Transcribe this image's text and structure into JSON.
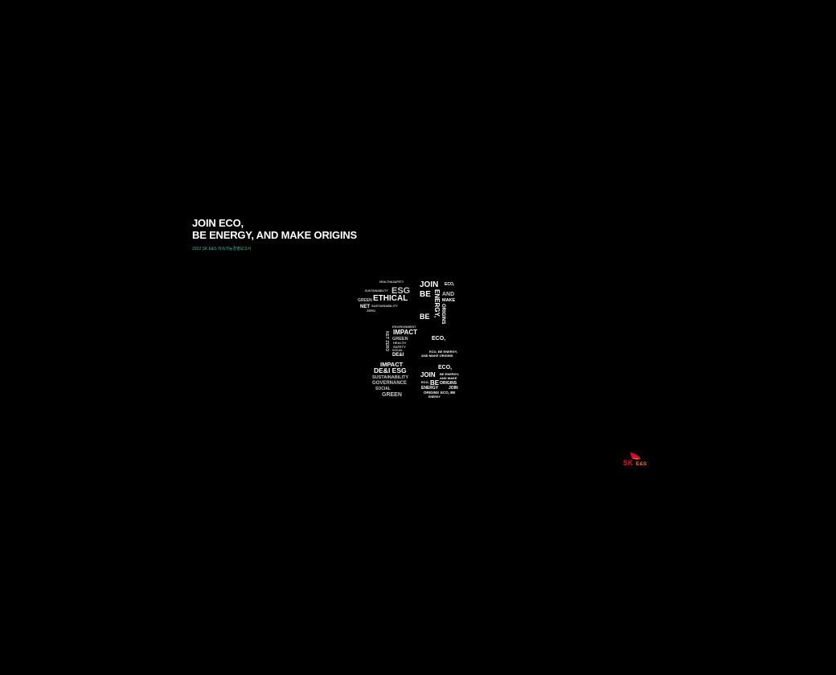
{
  "cover": {
    "title_line1": "JOIN ECO,",
    "title_line2": "BE ENERGY, AND MAKE ORIGINS",
    "subtitle": "2022 SK E&S 지속가능경영보고서"
  },
  "word_cloud": {
    "words_left": [
      "HEALTH&SAFETY",
      "ESG",
      "SUSTAINABILITY",
      "ETHICAL",
      "GREEN",
      "NET",
      "SUSTAINABILITY",
      "ZERO",
      "ENVIRONMENT",
      "IMPACT",
      "GREEN",
      "HEALTH",
      "SAFETY",
      "SOCIAL",
      "DE&I",
      "NET ZERO",
      "IMPACT",
      "DE&I ESG",
      "SUSTAINABILITY",
      "GOVERNANCE",
      "SOCIAL",
      "GREEN"
    ],
    "words_right": [
      "JOIN",
      "ECO,",
      "BE",
      "AND",
      "MAKE",
      "ENERGY,",
      "ORIGINS",
      "BE",
      "ECO,",
      "ECO, BE ENERGY,",
      "AND MAKE ORIGINS",
      "ECO,",
      "JOIN",
      "BE ENERGY,",
      "AND MAKE",
      "ECO,",
      "BE",
      "ORIGINS",
      "ENERGY",
      "JOIN",
      "ORIGINS",
      "ECO, BE",
      "ENERGY"
    ]
  },
  "logo": {
    "brand": "SK",
    "suffix": "E&S",
    "red": "#ea002c",
    "orange": "#f47725"
  }
}
